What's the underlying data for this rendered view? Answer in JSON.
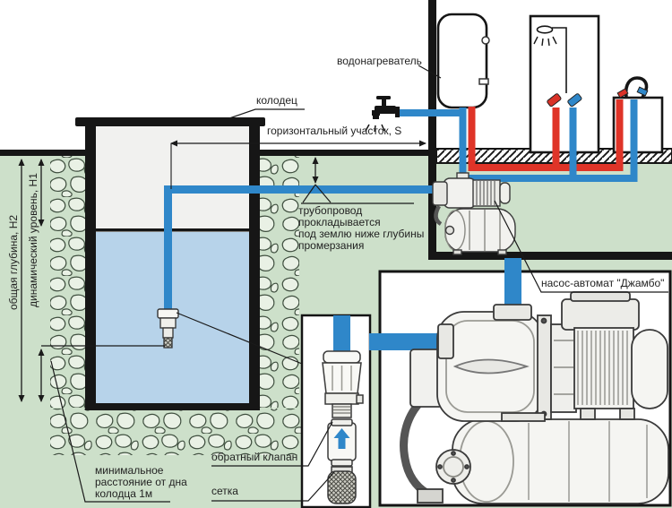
{
  "meta": {
    "description": "Схема водоснабжения дома из колодца с насосной станцией"
  },
  "labels": {
    "well": "колодец",
    "horizontal_section": "горизонтальный участок, S",
    "water_heater": "водонагреватель",
    "total_depth": "общая глубина, Н2",
    "dynamic_level": "динамический уровень, Н1",
    "pipeline_note": "трубопровод\nпрокладывается\nпод землю ниже глубины\nпромерзания",
    "min_distance": "минимальное\nрасстояние от дна\nколодца 1м",
    "pump_name": "насос-автомат \"Джамбо\"",
    "check_valve": "обратный клапан",
    "mesh": "сетка"
  },
  "colors": {
    "earth": "#cde0ca",
    "well_water": "#b7d3ea",
    "well_interior": "#f1f1ef",
    "cold_pipe": "#2f87c9",
    "hot_pipe": "#df3428",
    "outline": "#1a1a1a",
    "stone_fill": "#e9f1e5"
  }
}
